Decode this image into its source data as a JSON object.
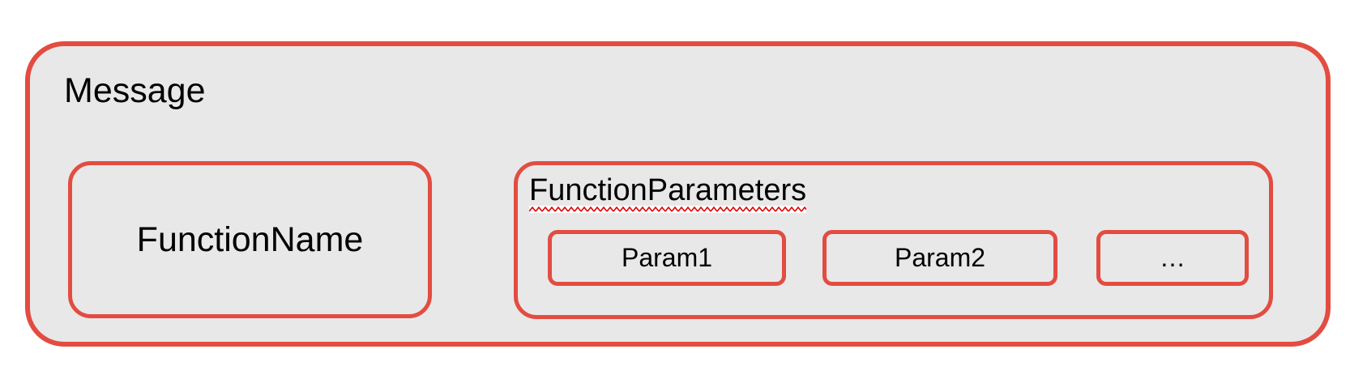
{
  "diagram": {
    "message_label": "Message",
    "function_name_label": "FunctionName",
    "function_parameters_label": "FunctionParameters",
    "params": [
      "Param1",
      "Param2",
      "…"
    ],
    "colors": {
      "stroke": "#e34c41",
      "node_fill": "#e8e8e8",
      "squiggle": "#e00000",
      "text": "#000000",
      "page_background": "#ffffff"
    }
  }
}
